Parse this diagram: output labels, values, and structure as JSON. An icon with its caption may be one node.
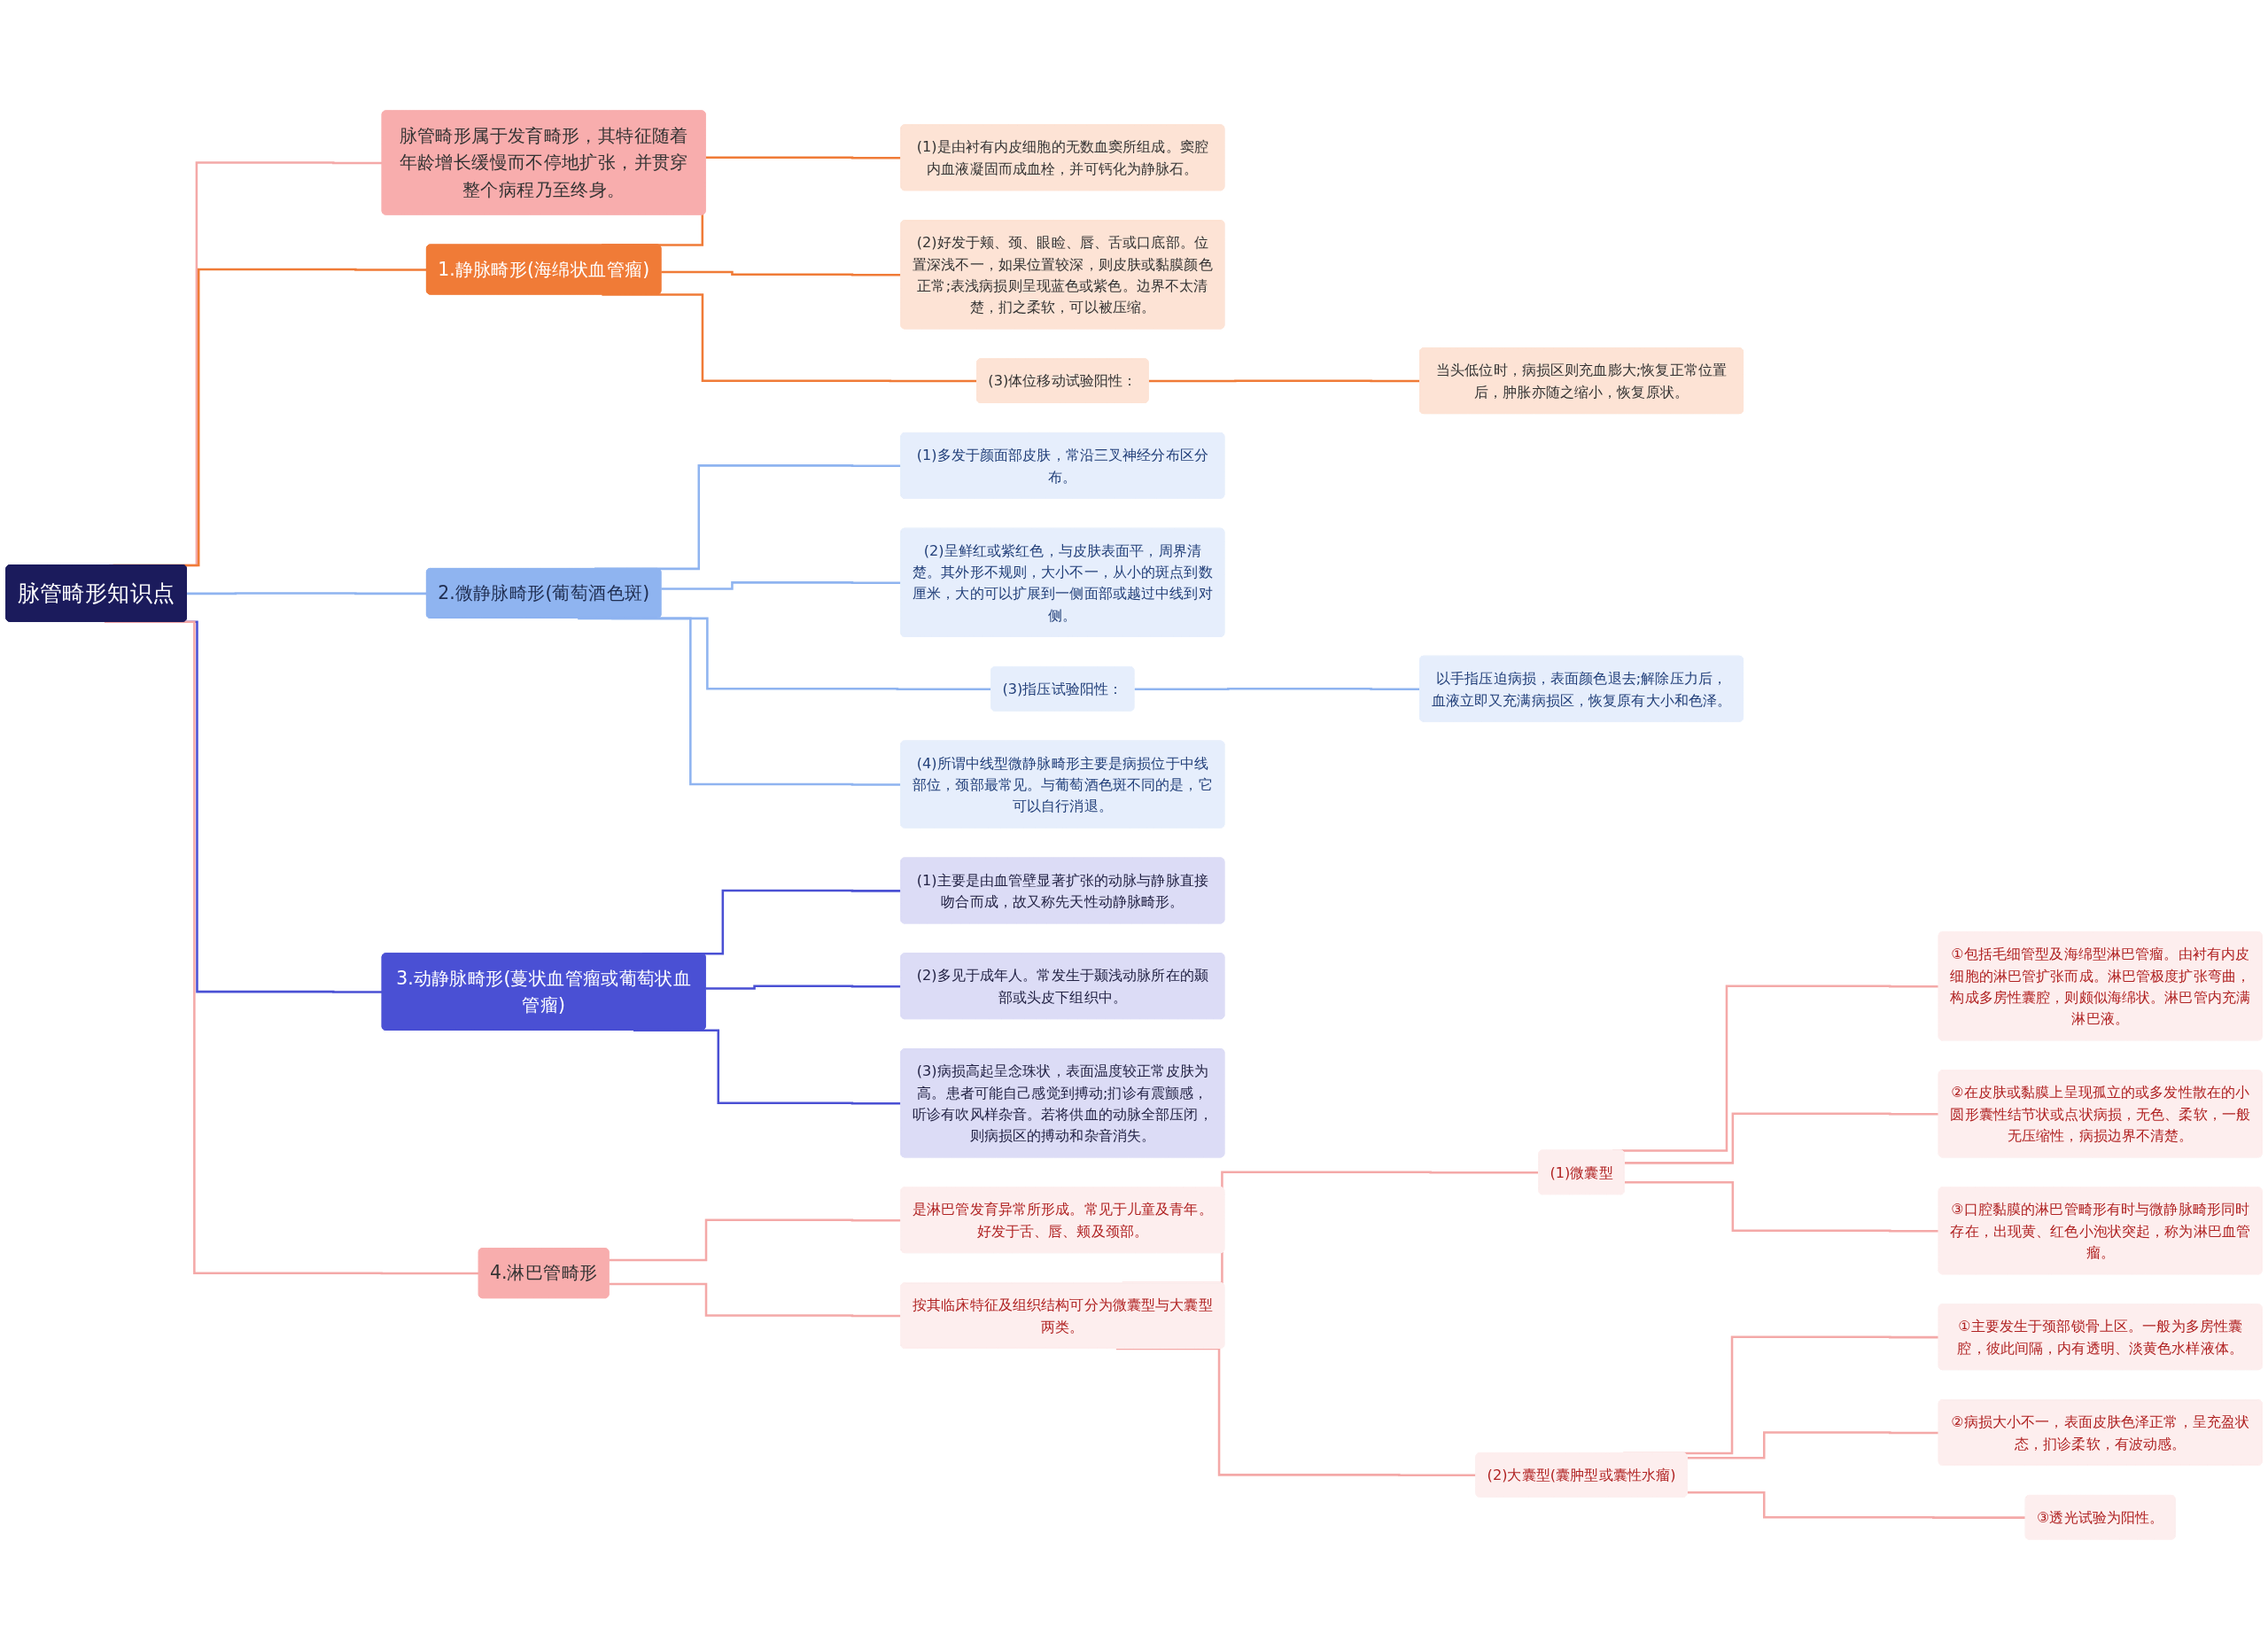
{
  "diagram": {
    "nodes": [
      {
        "text": [
          "脉管畸形知识点"
        ]
      },
      {
        "text": [
          "脉管畸形属于发育畸形，其特征随着年龄增长缓慢而不停地扩张，并贯穿整个病程乃至终身。"
        ]
      },
      {
        "text": [
          "1.静脉畸形(海绵状血管瘤)"
        ]
      },
      {
        "text": [
          "(1)是由衬有内皮细胞的无数血窦所组成。窦腔内血液凝固而成血栓，并可钙化为静脉石。"
        ]
      },
      {
        "text": [
          "(2)好发于颊、颈、眼睑、唇、舌或口底部。位置深浅不一，如果位置较深，则皮肤或黏膜颜色正常;表浅病损则呈现蓝色或紫色。边界不太清楚，扪之柔软，可以被压缩。"
        ]
      },
      {
        "text": [
          "(3)体位移动试验阳性："
        ]
      },
      {
        "text": [
          "当头低位时，病损区则充血膨大;恢复正常位置后，肿胀亦随之缩小，恢复原状。"
        ]
      },
      {
        "text": [
          "2.微静脉畸形(葡萄酒色斑)"
        ]
      },
      {
        "text": [
          "(1)多发于颜面部皮肤，常沿三叉神经分布区分布。"
        ]
      },
      {
        "text": [
          "(2)呈鲜红或紫红色，与皮肤表面平，周界清楚。其外形不规则，大小不一，从小的斑点到数厘米，大的可以扩展到一侧面部或越过中线到对侧。"
        ]
      },
      {
        "text": [
          "(3)指压试验阳性："
        ]
      },
      {
        "text": [
          "以手指压迫病损，表面颜色退去;解除压力后，血液立即又充满病损区，恢复原有大小和色泽。"
        ]
      },
      {
        "text": [
          "(4)所谓中线型微静脉畸形主要是病损位于中线部位，颈部最常见。与葡萄酒色斑不同的是，它可以自行消退。"
        ]
      },
      {
        "text": [
          "3.动静脉畸形(蔓状血管瘤或葡萄状血管瘤)"
        ]
      },
      {
        "text": [
          "(1)主要是由血管壁显著扩张的动脉与静脉直接吻合而成，故又称先天性动静脉畸形。"
        ]
      },
      {
        "text": [
          "(2)多见于成年人。常发生于颞浅动脉所在的颞部或头皮下组织中。"
        ]
      },
      {
        "text": [
          "(3)病损高起呈念珠状，表面温度较正常皮肤为高。患者可能自己感觉到搏动;扪诊有震颤感，听诊有吹风样杂音。若将供血的动脉全部压闭，则病损区的搏动和杂音消失。"
        ]
      },
      {
        "text": [
          "4.淋巴管畸形"
        ]
      },
      {
        "text": [
          "是淋巴管发育异常所形成。常见于儿童及青年。好发于舌、唇、颊及颈部。"
        ]
      },
      {
        "text": [
          "按其临床特征及组织结构可分为微囊型与大囊型两类。"
        ]
      },
      {
        "text": [
          "(1)微囊型"
        ]
      },
      {
        "text": [
          "①包括毛细管型及海绵型淋巴管瘤。由衬有内皮细胞的淋巴管扩张而成。淋巴管极度扩张弯曲，构成多房性囊腔，则颇似海绵状。淋巴管内充满淋巴液。"
        ]
      },
      {
        "text": [
          "②在皮肤或黏膜上呈现孤立的或多发性散在的小圆形囊性结节状或点状病损，无色、柔软，一般无压缩性，病损边界不清楚。"
        ]
      },
      {
        "text": [
          "③口腔黏膜的淋巴管畸形有时与微静脉畸形同时存在，出现黄、红色小泡状突起，称为淋巴血管瘤。"
        ]
      },
      {
        "text": [
          "(2)大囊型(囊肿型或囊性水瘤)"
        ]
      },
      {
        "text": [
          "①主要发生于颈部锁骨上区。一般为多房性囊腔，彼此间隔，内有透明、淡黄色水样液体。"
        ]
      },
      {
        "text": [
          "②病损大小不一，表面皮肤色泽正常，呈充盈状态，扪诊柔软，有波动感。"
        ]
      },
      {
        "text": [
          "③透光试验为阳性。"
        ]
      }
    ],
    "edges": [
      {
        "from": 0,
        "to": 1,
        "arrow": "none"
      },
      {
        "from": 0,
        "to": 2,
        "arrow": "none",
        "color": "#f07b37"
      },
      {
        "from": 2,
        "to": 3,
        "arrow": "none",
        "color": "#f07b37"
      },
      {
        "from": 2,
        "to": 4,
        "arrow": "none",
        "color": "#f07b37"
      },
      {
        "from": 2,
        "to": 5,
        "arrow": "none",
        "color": "#f07b37"
      },
      {
        "from": 5,
        "to": 6,
        "arrow": "none",
        "color": "#f07b37"
      },
      {
        "from": 0,
        "to": 7,
        "arrow": "none",
        "color": "#8fb4f0"
      },
      {
        "from": 7,
        "to": 8,
        "arrow": "none",
        "color": "#8fb4f0"
      },
      {
        "from": 7,
        "to": 9,
        "arrow": "none",
        "color": "#8fb4f0"
      },
      {
        "from": 7,
        "to": 10,
        "arrow": "none",
        "color": "#8fb4f0"
      },
      {
        "from": 10,
        "to": 11,
        "arrow": "none",
        "color": "#8fb4f0"
      },
      {
        "from": 7,
        "to": 12,
        "arrow": "none",
        "color": "#8fb4f0"
      },
      {
        "from": 0,
        "to": 13,
        "arrow": "none",
        "color": "#4a50d4"
      },
      {
        "from": 13,
        "to": 14,
        "arrow": "none",
        "color": "#4a50d4"
      },
      {
        "from": 13,
        "to": 15,
        "arrow": "none",
        "color": "#4a50d4"
      },
      {
        "from": 13,
        "to": 16,
        "arrow": "none",
        "color": "#4a50d4"
      },
      {
        "from": 0,
        "to": 17,
        "arrow": "none"
      },
      {
        "from": 17,
        "to": 18,
        "arrow": "none"
      },
      {
        "from": 17,
        "to": 19,
        "arrow": "none"
      },
      {
        "from": 19,
        "to": 20,
        "arrow": "none"
      },
      {
        "from": 20,
        "to": 21,
        "arrow": "none"
      },
      {
        "from": 20,
        "to": 22,
        "arrow": "none"
      },
      {
        "from": 20,
        "to": 23,
        "arrow": "none"
      },
      {
        "from": 19,
        "to": 24,
        "arrow": "none"
      },
      {
        "from": 24,
        "to": 25,
        "arrow": "none"
      },
      {
        "from": 24,
        "to": 26,
        "arrow": "none"
      },
      {
        "from": 24,
        "to": 27,
        "arrow": "none"
      }
    ]
  }
}
